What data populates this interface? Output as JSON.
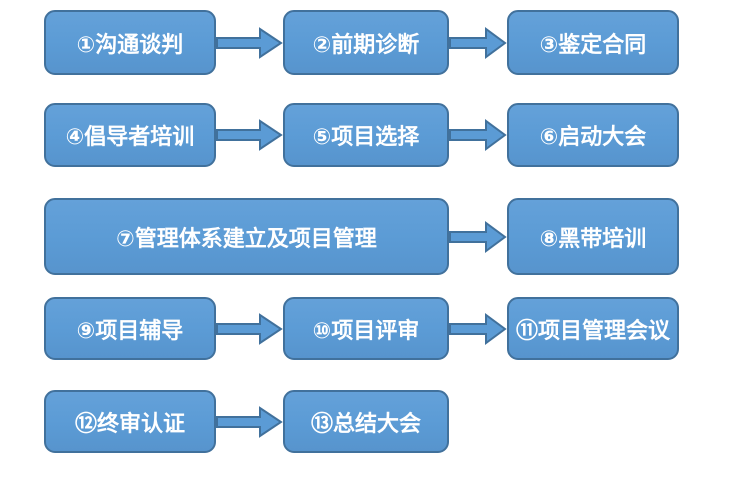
{
  "palette": {
    "background": "#FFFFFF",
    "box_fill": "#5B9BD5",
    "box_border": "#41719C",
    "text_color": "#FFFFFF"
  },
  "diagram": {
    "type": "flowchart",
    "rows": [
      {
        "items": [
          {
            "label": "①沟通谈判"
          },
          {
            "label": "②前期诊断"
          },
          {
            "label": "③鉴定合同"
          }
        ]
      },
      {
        "items": [
          {
            "label": "④倡导者培训"
          },
          {
            "label": "⑤项目选择"
          },
          {
            "label": "⑥启动大会"
          }
        ]
      },
      {
        "items": [
          {
            "label": "⑦管理体系建立及项目管理"
          },
          {
            "label": "⑧黑带培训"
          }
        ]
      },
      {
        "items": [
          {
            "label": "⑨项目辅导"
          },
          {
            "label": "⑩项目评审"
          },
          {
            "label": "⑪项目管理会议"
          }
        ]
      },
      {
        "items": [
          {
            "label": "⑫终审认证"
          },
          {
            "label": "⑬总结大会"
          }
        ]
      }
    ]
  }
}
